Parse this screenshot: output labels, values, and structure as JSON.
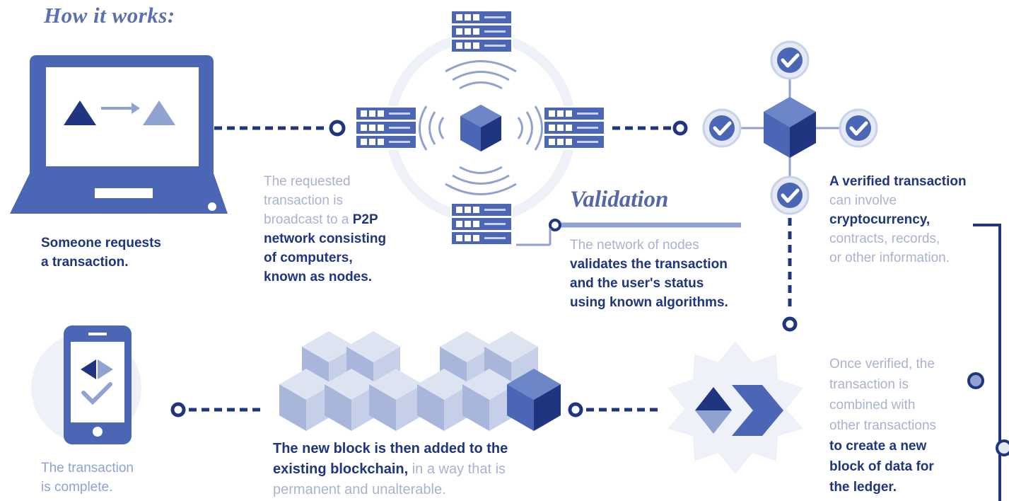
{
  "title": "How it works:",
  "steps": {
    "request": {
      "b1": "Someone requests",
      "b2": "a transaction."
    },
    "broadcast": {
      "l1": "The requested",
      "l2": "transaction is",
      "l3a": "broadcast to a ",
      "l3b": "P2P",
      "l4": "network consisting",
      "l5": "of computers,",
      "l6": "known as nodes."
    },
    "validation": {
      "heading": "Validation",
      "l1": "The network of nodes",
      "l2": "validates the transaction",
      "l3": "and the user's status",
      "l4": "using known algorithms."
    },
    "verified": {
      "b1": "A verified transaction",
      "l2": "can involve",
      "b3": "cryptocurrency,",
      "l4": "contracts, records,",
      "l5": "or other information."
    },
    "combined": {
      "l1": "Once verified, the",
      "l2": "transaction is",
      "l3": "combined with",
      "l4": "other transactions",
      "b5": "to create a new",
      "b6": "block of data for",
      "b7": "the ledger."
    },
    "added": {
      "b1": "The new block is then added to the",
      "b2": "existing blockchain,",
      "l2": " in a way that is",
      "l3": "permanent and unalterable."
    },
    "complete": {
      "l1": "The transaction",
      "l2": "is complete."
    }
  },
  "icons": [
    "laptop-icon",
    "server-icon",
    "cube-icon",
    "signal-waves-icon",
    "checkmark-icon",
    "blockchain-cubes-icon",
    "chevron-arrows-icon",
    "smartphone-icon"
  ],
  "colors": {
    "dark": "#1f3580",
    "primary": "#4a66b4",
    "medium": "#8fa2d2",
    "light": "#c9d2ea",
    "pale": "#e4e9f4",
    "text_light": "#a9b2d2"
  }
}
